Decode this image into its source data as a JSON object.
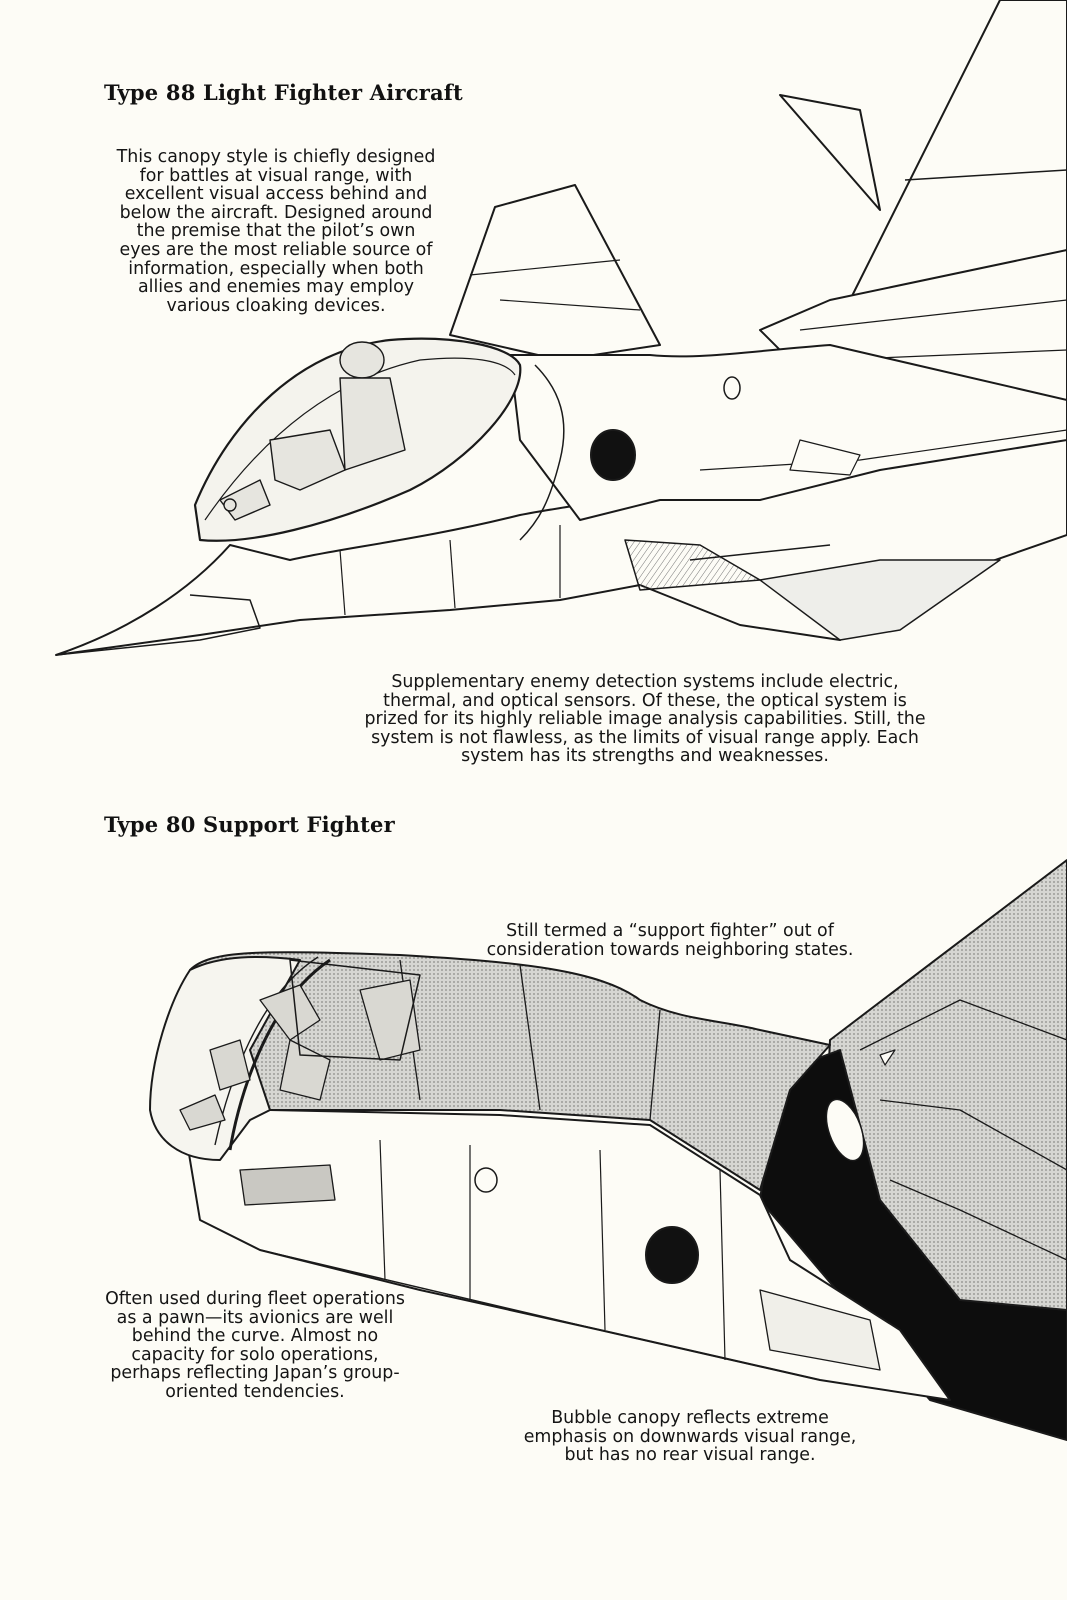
{
  "sections": [
    {
      "title": "Type 88 Light Fighter Aircraft",
      "captions": [
        {
          "lines": [
            "This canopy style is chiefly designed",
            "for battles at visual range, with",
            "excellent visual access behind and",
            "below the aircraft. Designed around",
            "the premise that the pilot’s own",
            "eyes are the most reliable source of",
            "information, especially when both",
            "allies and enemies may employ",
            "various cloaking devices."
          ]
        },
        {
          "lines": [
            "Supplementary enemy detection systems include electric,",
            "thermal, and optical sensors. Of these, the optical system is",
            "prized for its highly reliable image analysis capabilities. Still, the",
            "system is not flawless, as the limits of visual range apply. Each",
            "system has its strengths and weaknesses."
          ]
        }
      ]
    },
    {
      "title": "Type 80 Support Fighter",
      "captions": [
        {
          "lines": [
            "Still termed a “support fighter” out of",
            "consideration towards neighboring states."
          ]
        },
        {
          "lines": [
            "Often used during fleet operations",
            "as a pawn—its avionics are well",
            "behind the curve. Almost no",
            "capacity for solo operations,",
            "perhaps reflecting Japan’s group-",
            "oriented tendencies."
          ]
        },
        {
          "lines": [
            "Bubble canopy reflects extreme",
            "emphasis on downwards visual range,",
            "but has no rear visual range."
          ]
        }
      ]
    }
  ],
  "colors": {
    "paper": "#fdfcf6",
    "ink": "#111111",
    "screentone": "#9b9b9b"
  }
}
